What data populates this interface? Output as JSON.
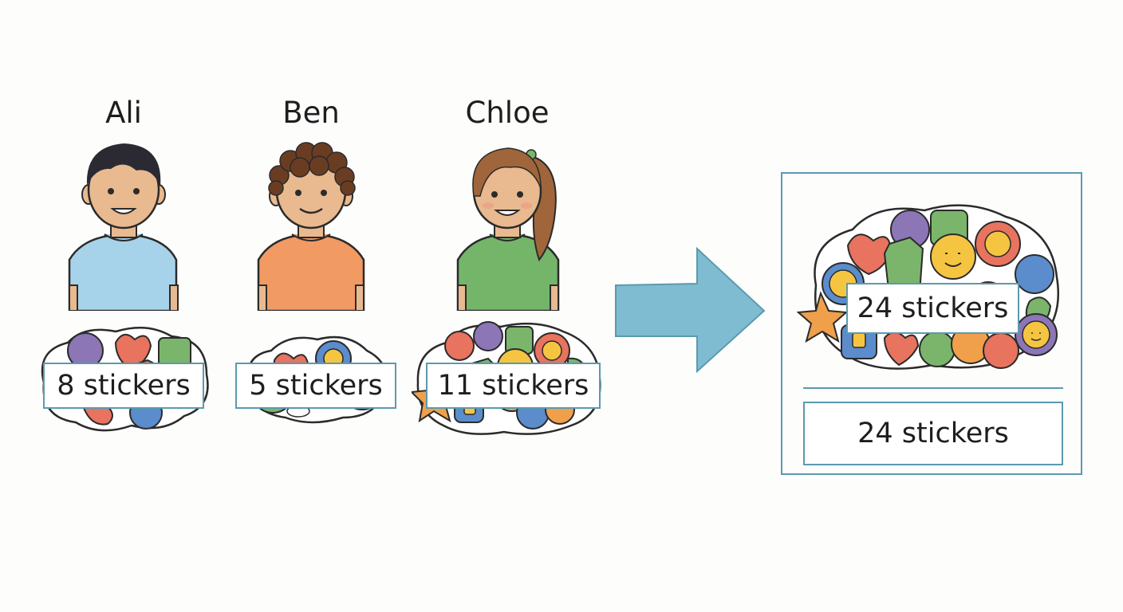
{
  "kids": [
    {
      "name": "Ali",
      "count_label": "8 stickers",
      "count": 8,
      "shirt_color": "#a6d3ea",
      "hair_color": "#2b2a33"
    },
    {
      "name": "Ben",
      "count_label": "5 stickers",
      "count": 5,
      "shirt_color": "#f19a64",
      "hair_color": "#6a3d22"
    },
    {
      "name": "Chloe",
      "count_label": "11 stickers",
      "count": 11,
      "shirt_color": "#74b56a",
      "hair_color": "#a0653a"
    }
  ],
  "total": {
    "overlay_label": "24 stickers",
    "box_label": "24 stickers",
    "count": 24
  },
  "colors": {
    "border": "#5b9aad",
    "arrow": "#7fbcd2",
    "skin": "#e9b98f",
    "sticker_red": "#e8735f",
    "sticker_yellow": "#f5c542",
    "sticker_green": "#7ab56b",
    "sticker_blue": "#5b8ccc",
    "sticker_purple": "#8c76b6",
    "sticker_orange": "#f0a04b"
  }
}
